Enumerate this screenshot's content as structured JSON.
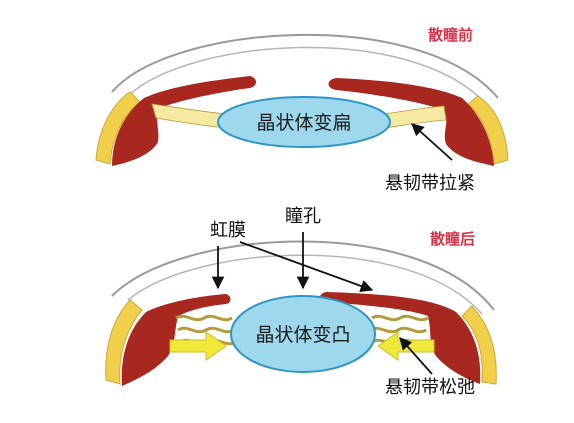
{
  "colors": {
    "iris": "#a8281f",
    "sclera": "#f2cf4a",
    "lens": "#9ed8ec",
    "lens_stroke": "#2e95c7",
    "ligament": "#f6e9a2",
    "arrow": "#f0e83a",
    "label_red": "#d8324b"
  },
  "top": {
    "stage_label": "散瞳前",
    "lens_label": "晶状体变扁",
    "ligament_label": "悬韧带拉紧"
  },
  "bottom": {
    "stage_label": "散瞳后",
    "lens_label": "晶状体变凸",
    "ligament_label": "悬韧带松弛",
    "iris_label": "虹膜",
    "pupil_label": "瞳孔"
  }
}
